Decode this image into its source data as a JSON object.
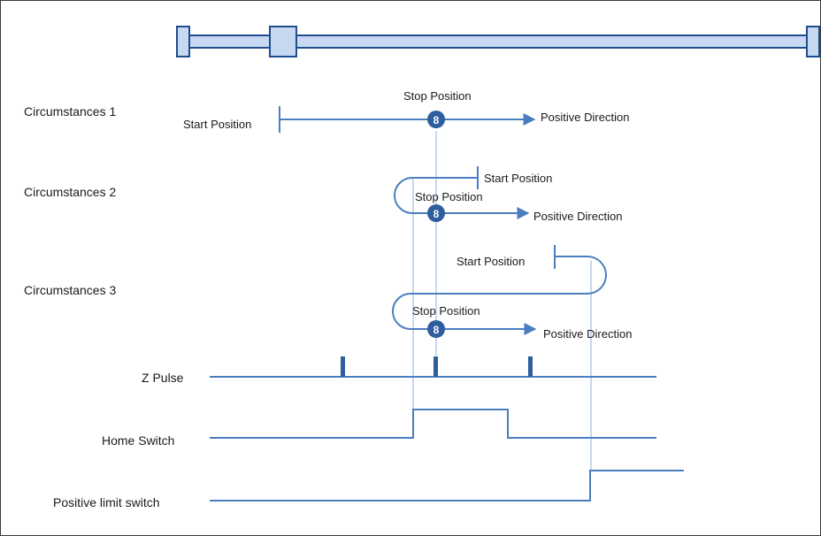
{
  "colors": {
    "line": "#4a7ebf",
    "rail_fill": "#c6d9f1",
    "rail_stroke": "#1f4e8f",
    "badge": "#2e5e9e",
    "guide": "#8eb0d8"
  },
  "rows": [
    {
      "label": "Circumstances 1",
      "start_label": "Start Position",
      "stop_label": "Stop Position",
      "direction_label": "Positive Direction",
      "stop_icon": "8"
    },
    {
      "label": "Circumstances 2",
      "start_label": "Start Position",
      "stop_label": "Stop Position",
      "direction_label": "Positive Direction",
      "stop_icon": "8"
    },
    {
      "label": "Circumstances 3",
      "start_label": "Start Position",
      "stop_label": "Stop Position",
      "direction_label": "Positive Direction",
      "stop_icon": "8"
    }
  ],
  "signals": {
    "z_pulse": "Z Pulse",
    "home_switch": "Home Switch",
    "positive_limit": "Positive limit switch"
  }
}
